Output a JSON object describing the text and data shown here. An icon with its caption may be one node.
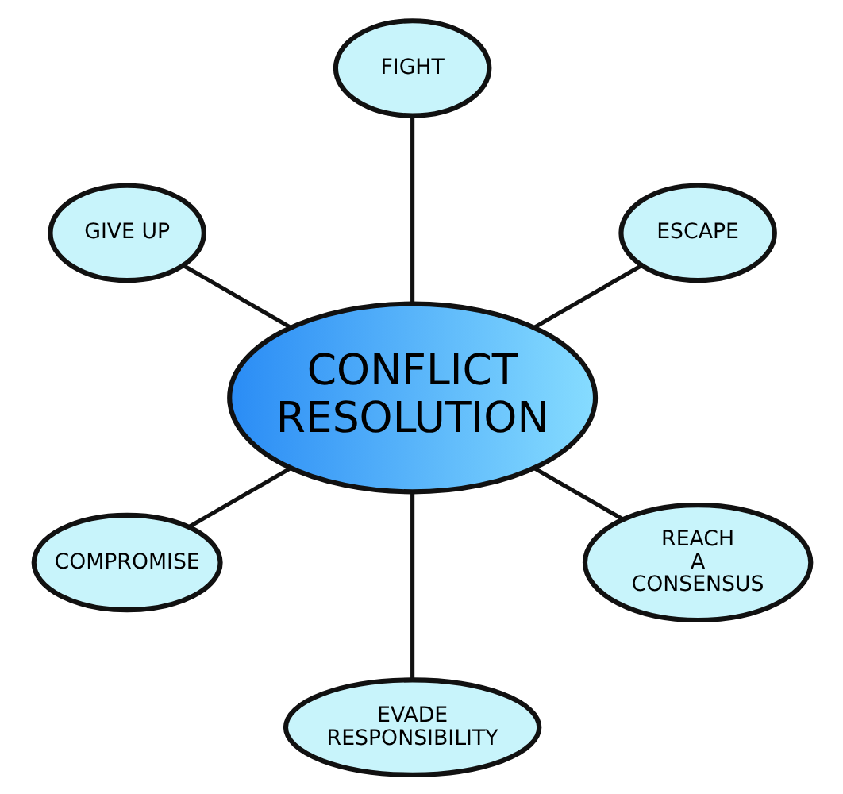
{
  "diagram": {
    "nodes": [
      {
        "text": [
          "CONFLICT RESOLUTION"
        ]
      },
      {
        "text": [
          "ESCAPE"
        ]
      },
      {
        "text": [
          "FIGHT"
        ]
      },
      {
        "text": [
          "GIVE UP"
        ]
      },
      {
        "text": [
          "COMPROMISE"
        ]
      },
      {
        "text": [
          "EVADE RESPONSIBILITY"
        ]
      },
      {
        "text": [
          "REACH A CONSENSUS"
        ]
      }
    ],
    "edges": [
      {
        "from": 0,
        "to": 1,
        "arrow": "none"
      },
      {
        "from": 0,
        "to": 2,
        "arrow": "none"
      },
      {
        "from": 0,
        "to": 3,
        "arrow": "none"
      },
      {
        "from": 0,
        "to": 4,
        "arrow": "none"
      },
      {
        "from": 0,
        "to": 5,
        "arrow": "none"
      },
      {
        "from": 0,
        "to": 6,
        "arrow": "none"
      }
    ]
  }
}
